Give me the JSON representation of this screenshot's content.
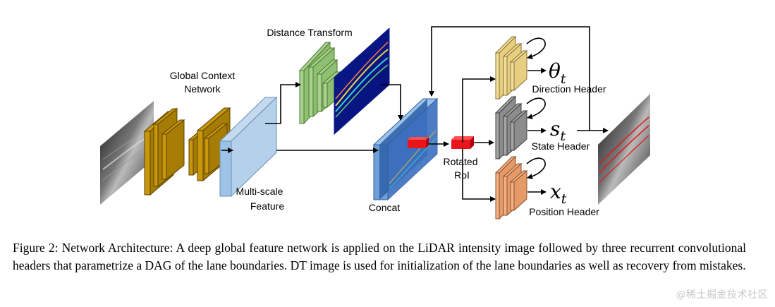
{
  "figure": {
    "labels": {
      "global_context": [
        "Global Context",
        "Network"
      ],
      "distance_transform": "Distance Transform",
      "multi_scale": [
        "Multi-scale",
        "Feature"
      ],
      "concat": "Concat",
      "rotated_roi": [
        "Rotated",
        "RoI"
      ],
      "direction_header": "Direction Header",
      "state_header": "State Header",
      "position_header": "Position Header"
    },
    "outputs": {
      "theta": {
        "symbol": "θ",
        "sub": "t"
      },
      "s": {
        "symbol": "s",
        "sub": "t"
      },
      "x": {
        "symbol": "x",
        "sub": "t"
      }
    },
    "colors": {
      "gold": "#c8960a",
      "green": "#a9d08e",
      "blue": "#9dc3e6",
      "concat_blue": "#2e5fa8",
      "red": "#e8141e",
      "direction": "#f2dfa0",
      "state": "#a6a6a6",
      "position": "#f4b183"
    }
  },
  "caption": "Figure 2: Network Architecture: A deep global feature network is applied on the LiDAR intensity image followed by three recurrent convolutional headers that parametrize a DAG of the lane boundaries. DT image is used for initialization of the lane boundaries as well as recovery from mistakes.",
  "watermark": "@稀土掘金技术社区"
}
